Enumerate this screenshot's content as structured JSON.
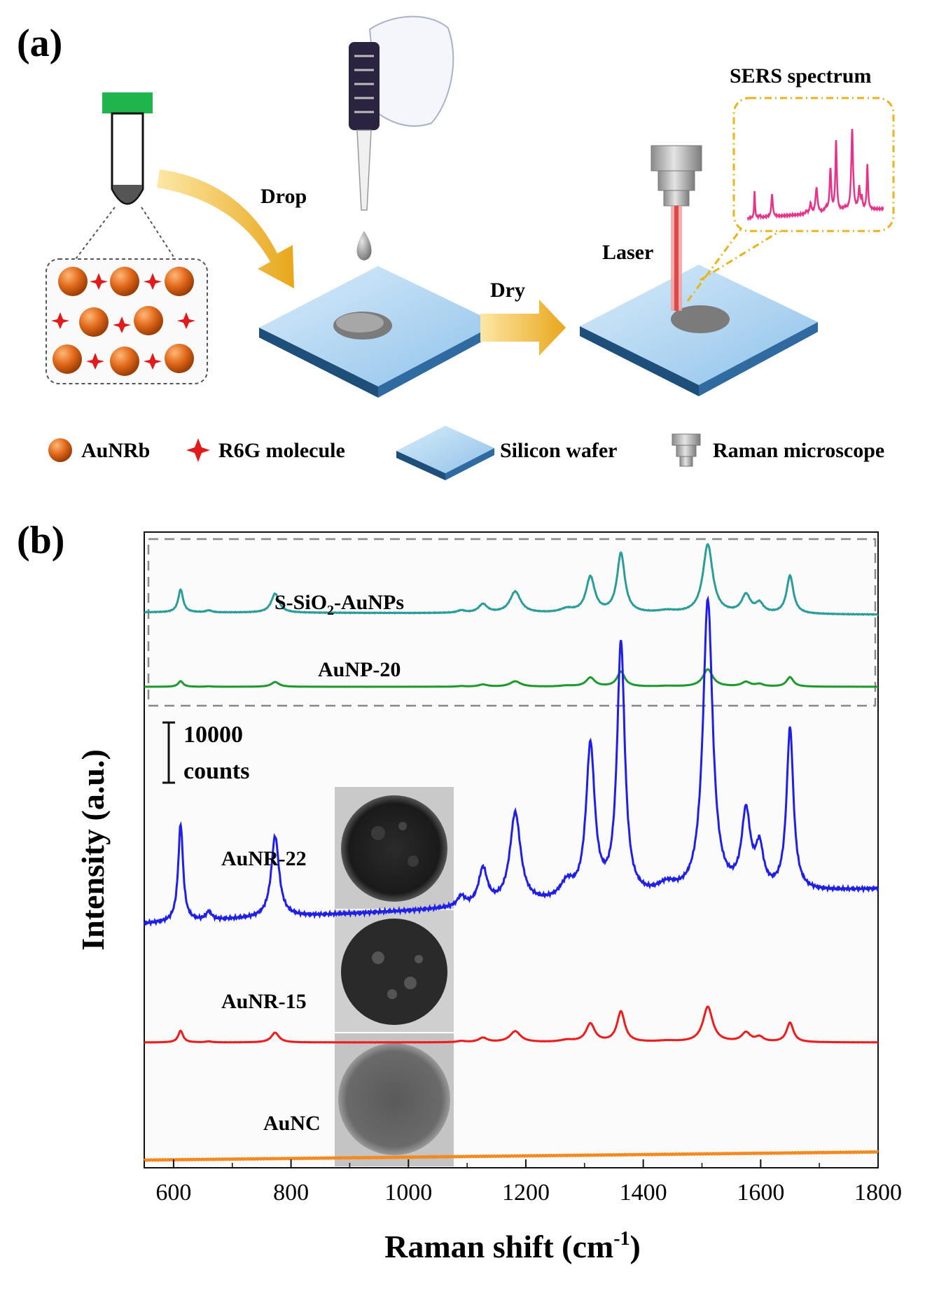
{
  "panel_a": {
    "label": "(a)",
    "steps": {
      "drop": "Drop",
      "dry": "Dry",
      "laser": "Laser",
      "sers": "SERS spectrum"
    },
    "legend": [
      {
        "icon": "sphere-icon",
        "label": "AuNRb"
      },
      {
        "icon": "star-icon",
        "label": "R6G molecule"
      },
      {
        "icon": "wafer-icon",
        "label": "Silicon wafer"
      },
      {
        "icon": "microscope-icon",
        "label": "Raman microscope"
      }
    ]
  },
  "panel_b": {
    "label": "(b)",
    "scale_bar": {
      "value": "10000",
      "unit": "counts"
    },
    "series_labels": {
      "s_sio2_main": "S-SiO",
      "s_sio2_sub": "2",
      "s_sio2_suffix": "-AuNPs",
      "aunp20": "AuNP-20",
      "aunr22": "AuNR-22",
      "aunr15": "AuNR-15",
      "aunc": "AuNC"
    }
  },
  "chart_data": {
    "type": "line",
    "xlabel_main": "Raman shift (cm",
    "xlabel_sup": "-1",
    "xlabel_end": ")",
    "ylabel": "Intensity (a.u.)",
    "xlim": [
      550,
      1800
    ],
    "xticks": [
      "600",
      "800",
      "1000",
      "1200",
      "1400",
      "1600",
      "1800"
    ],
    "xtick_values": [
      600,
      800,
      1000,
      1200,
      1400,
      1600,
      1800
    ],
    "peaks": [
      {
        "c": 612,
        "w": 5,
        "h": 0.48
      },
      {
        "c": 660,
        "w": 6,
        "h": 0.04
      },
      {
        "c": 773,
        "w": 8,
        "h": 0.4
      },
      {
        "c": 1090,
        "w": 8,
        "h": 0.05
      },
      {
        "c": 1127,
        "w": 9,
        "h": 0.18
      },
      {
        "c": 1182,
        "w": 11,
        "h": 0.45
      },
      {
        "c": 1270,
        "w": 14,
        "h": 0.08
      },
      {
        "c": 1310,
        "w": 9,
        "h": 0.75
      },
      {
        "c": 1362,
        "w": 8,
        "h": 1.25
      },
      {
        "c": 1440,
        "w": 20,
        "h": 0.05
      },
      {
        "c": 1510,
        "w": 10,
        "h": 1.45
      },
      {
        "c": 1575,
        "w": 9,
        "h": 0.38
      },
      {
        "c": 1598,
        "w": 8,
        "h": 0.2
      },
      {
        "c": 1650,
        "w": 7,
        "h": 0.8
      }
    ],
    "series": [
      {
        "name": "S-SiO2-AuNPs",
        "color": "#2a9d9a",
        "scale": 0.4,
        "baseline_start": 0.02,
        "baseline_end": 0.0
      },
      {
        "name": "AuNP-20",
        "color": "#1e9a2c",
        "scale": 0.1,
        "baseline_start": 0.0,
        "baseline_end": 0.0
      },
      {
        "name": "AuNR-22",
        "color": "#1f1fe8",
        "scale": 1.0,
        "baseline_start": -0.15,
        "baseline_end": 0.02
      },
      {
        "name": "AuNR-15",
        "color": "#ee1c1c",
        "scale": 0.12,
        "baseline_start": 0.0,
        "baseline_end": 0.0
      },
      {
        "name": "AuNC",
        "color": "#f5891e",
        "scale": 0.0,
        "baseline_start": 0.0,
        "baseline_end": 0.04
      }
    ]
  }
}
